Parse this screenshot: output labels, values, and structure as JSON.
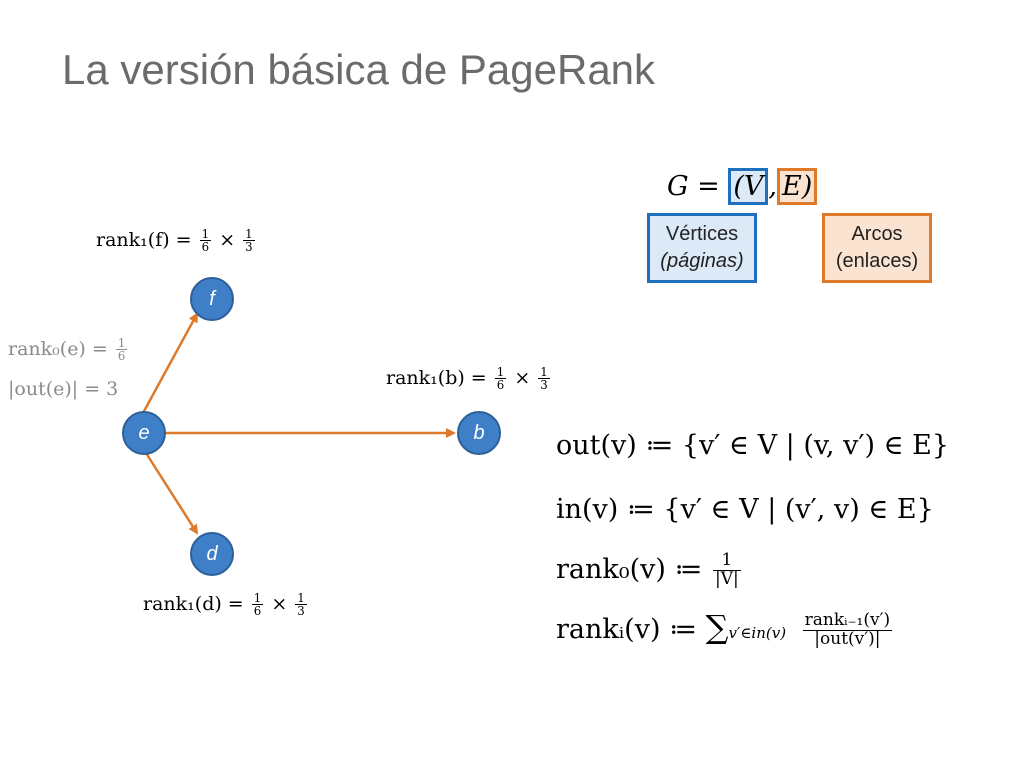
{
  "title": "La versión básica de PageRank",
  "graph": {
    "nodes": {
      "e": "e",
      "f": "f",
      "b": "b",
      "d": "d"
    },
    "labels": {
      "rank1_f": {
        "lhs": "rank₁(f) =",
        "n1": "1",
        "d1": "6",
        "times": "×",
        "n2": "1",
        "d2": "3"
      },
      "rank0_e": {
        "lhs": "rank₀(e) =",
        "n1": "1",
        "d1": "6"
      },
      "out_e": "|out(e)| = 3",
      "rank1_b": {
        "lhs": "rank₁(b) =",
        "n1": "1",
        "d1": "6",
        "times": "×",
        "n2": "1",
        "d2": "3"
      },
      "rank1_d": {
        "lhs": "rank₁(d) =",
        "n1": "1",
        "d1": "6",
        "times": "×",
        "n2": "1",
        "d2": "3"
      }
    },
    "edge_color": "#e07a2b"
  },
  "definition": {
    "g_eq": "G =",
    "V": "V",
    "comma": ",",
    "E": "E",
    "close": ")",
    "open": "(",
    "vertices_line1": "Vértices",
    "vertices_line2": "(páginas)",
    "arcs_line1": "Arcos",
    "arcs_line2": "(enlaces)"
  },
  "formulas": {
    "out": "out(v) ≔ {v′ ∈ V | (v, v′) ∈ E}",
    "in": "in(v) ≔ {v′ ∈ V | (v′, v) ∈ E}",
    "rank0_lhs": "rank₀(v) ≔",
    "rank0_num": "1",
    "rank0_den": "|V|",
    "ranki_lhs": "rankᵢ(v) ≔",
    "ranki_sum": "∑",
    "ranki_sub": "v′∈in(v)",
    "ranki_num": "rankᵢ₋₁(v′)",
    "ranki_den": "|out(v′)|"
  },
  "colors": {
    "blue": "#1f6fbf",
    "orange": "#e07a2b",
    "node": "#3f7fc8"
  }
}
